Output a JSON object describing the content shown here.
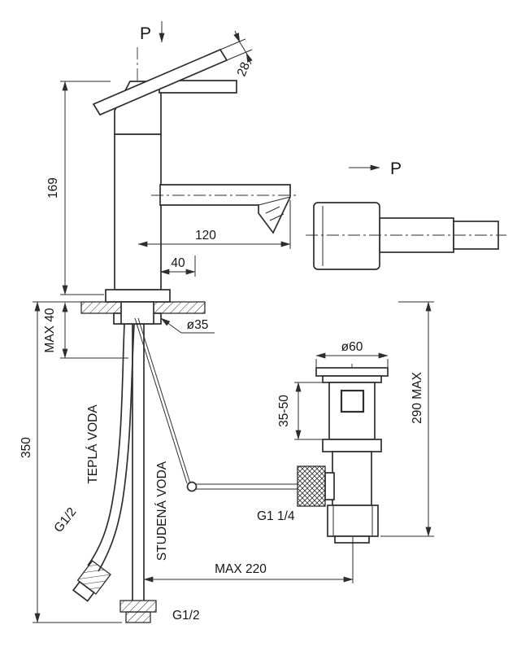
{
  "drawing": {
    "kind": "technical-drawing",
    "subject": "single-lever basin mixer with pop-up waste",
    "background": "#ffffff",
    "line_color": "#2e2e2e"
  },
  "views": {
    "front_label": "P",
    "side_label": "P"
  },
  "dimensions": {
    "lever_thickness": "28",
    "height_to_spout": "169",
    "spout_reach": "120",
    "spout_offset": "40",
    "max_deck_thickness": "MAX 40",
    "mounting_hole_diameter": "ø35",
    "supply_length": "350",
    "waste_flange_diameter": "ø60",
    "waste_adjustment": "35-50",
    "waste_max_height": "290 MAX",
    "waste_thread": "G1 1/4",
    "rod_max_reach": "MAX 220",
    "hot_hose_thread": "G1/2",
    "supply_thread": "G1/2"
  },
  "labels": {
    "hot_water": "TEPLÁ VODA",
    "cold_water": "STUDENÁ VODA"
  }
}
